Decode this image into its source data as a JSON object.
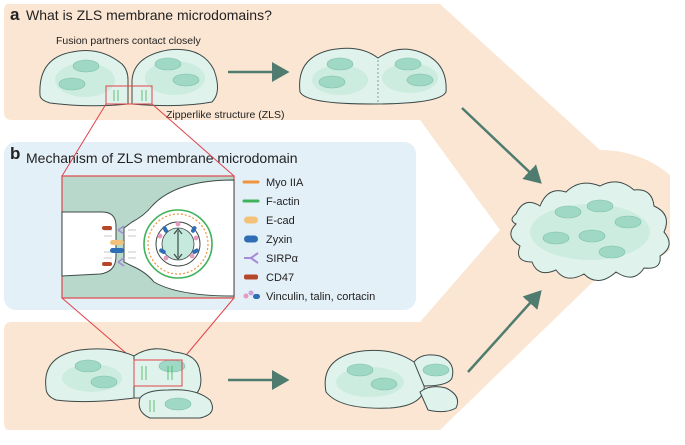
{
  "panel_a": {
    "letter": "a",
    "title": "What is ZLS membrane microdomains?",
    "subtitle": "Fusion partners contact closely",
    "zls_label": "Zipperlike structure (ZLS)"
  },
  "panel_b": {
    "letter": "b",
    "title": "Mechanism of ZLS membrane microdomain"
  },
  "legend": [
    {
      "label": "Myo IIA",
      "color": "#f0953c",
      "glyph": "line"
    },
    {
      "label": "F-actin",
      "color": "#3fb35b",
      "glyph": "line"
    },
    {
      "label": "E-cad",
      "color": "#f2c27a",
      "glyph": "pill"
    },
    {
      "label": "Zyxin",
      "color": "#2f6db5",
      "glyph": "pill"
    },
    {
      "label": "SIRPα",
      "color": "#a58ad6",
      "glyph": "fork"
    },
    {
      "label": "CD47",
      "color": "#b5472a",
      "glyph": "bar"
    },
    {
      "label": "Vinculin, talin, cortacin",
      "color": "#e59ac0",
      "glyph": "dots"
    }
  ],
  "colors": {
    "band": "#fbe6d3",
    "panel_b_bg": "#e4f0f8",
    "cell_fill": "#dff2ec",
    "nucleus": "#9fd8c4",
    "outline": "#3d4a48",
    "arrow": "#4f7c6e",
    "zoom_box": "#e0454a"
  }
}
